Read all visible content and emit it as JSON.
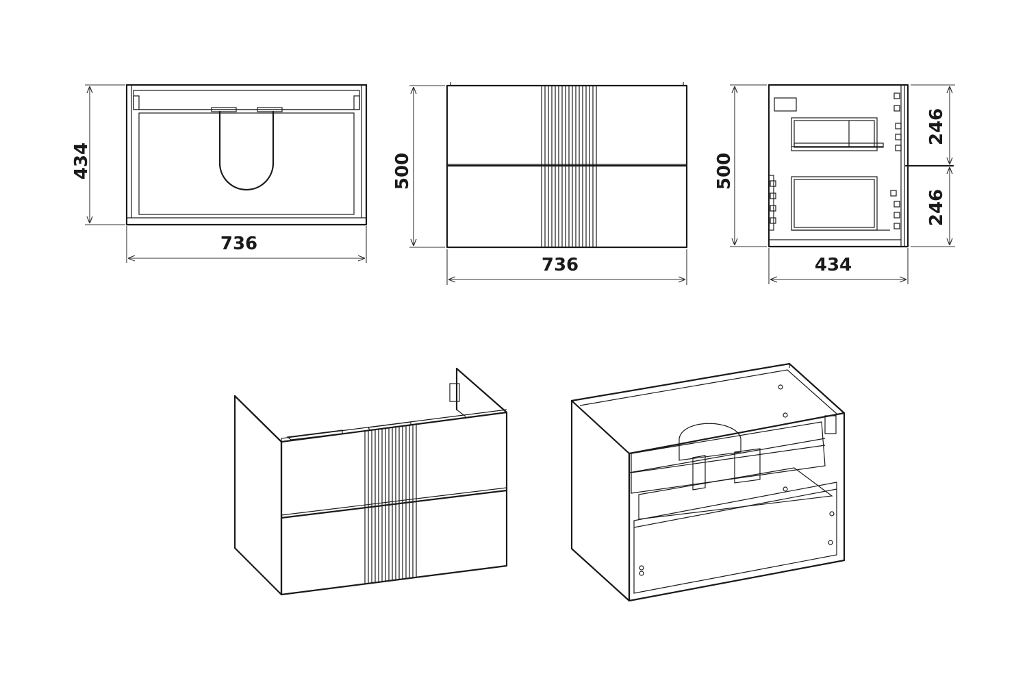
{
  "dimensions": {
    "top_width": "736",
    "top_depth": "434",
    "front_width": "736",
    "front_height": "500",
    "side_depth": "434",
    "side_height": "500",
    "side_upper_drawer": "246",
    "side_lower_drawer": "246"
  },
  "colors": {
    "line": "#1a1a1a",
    "background": "#ffffff"
  }
}
